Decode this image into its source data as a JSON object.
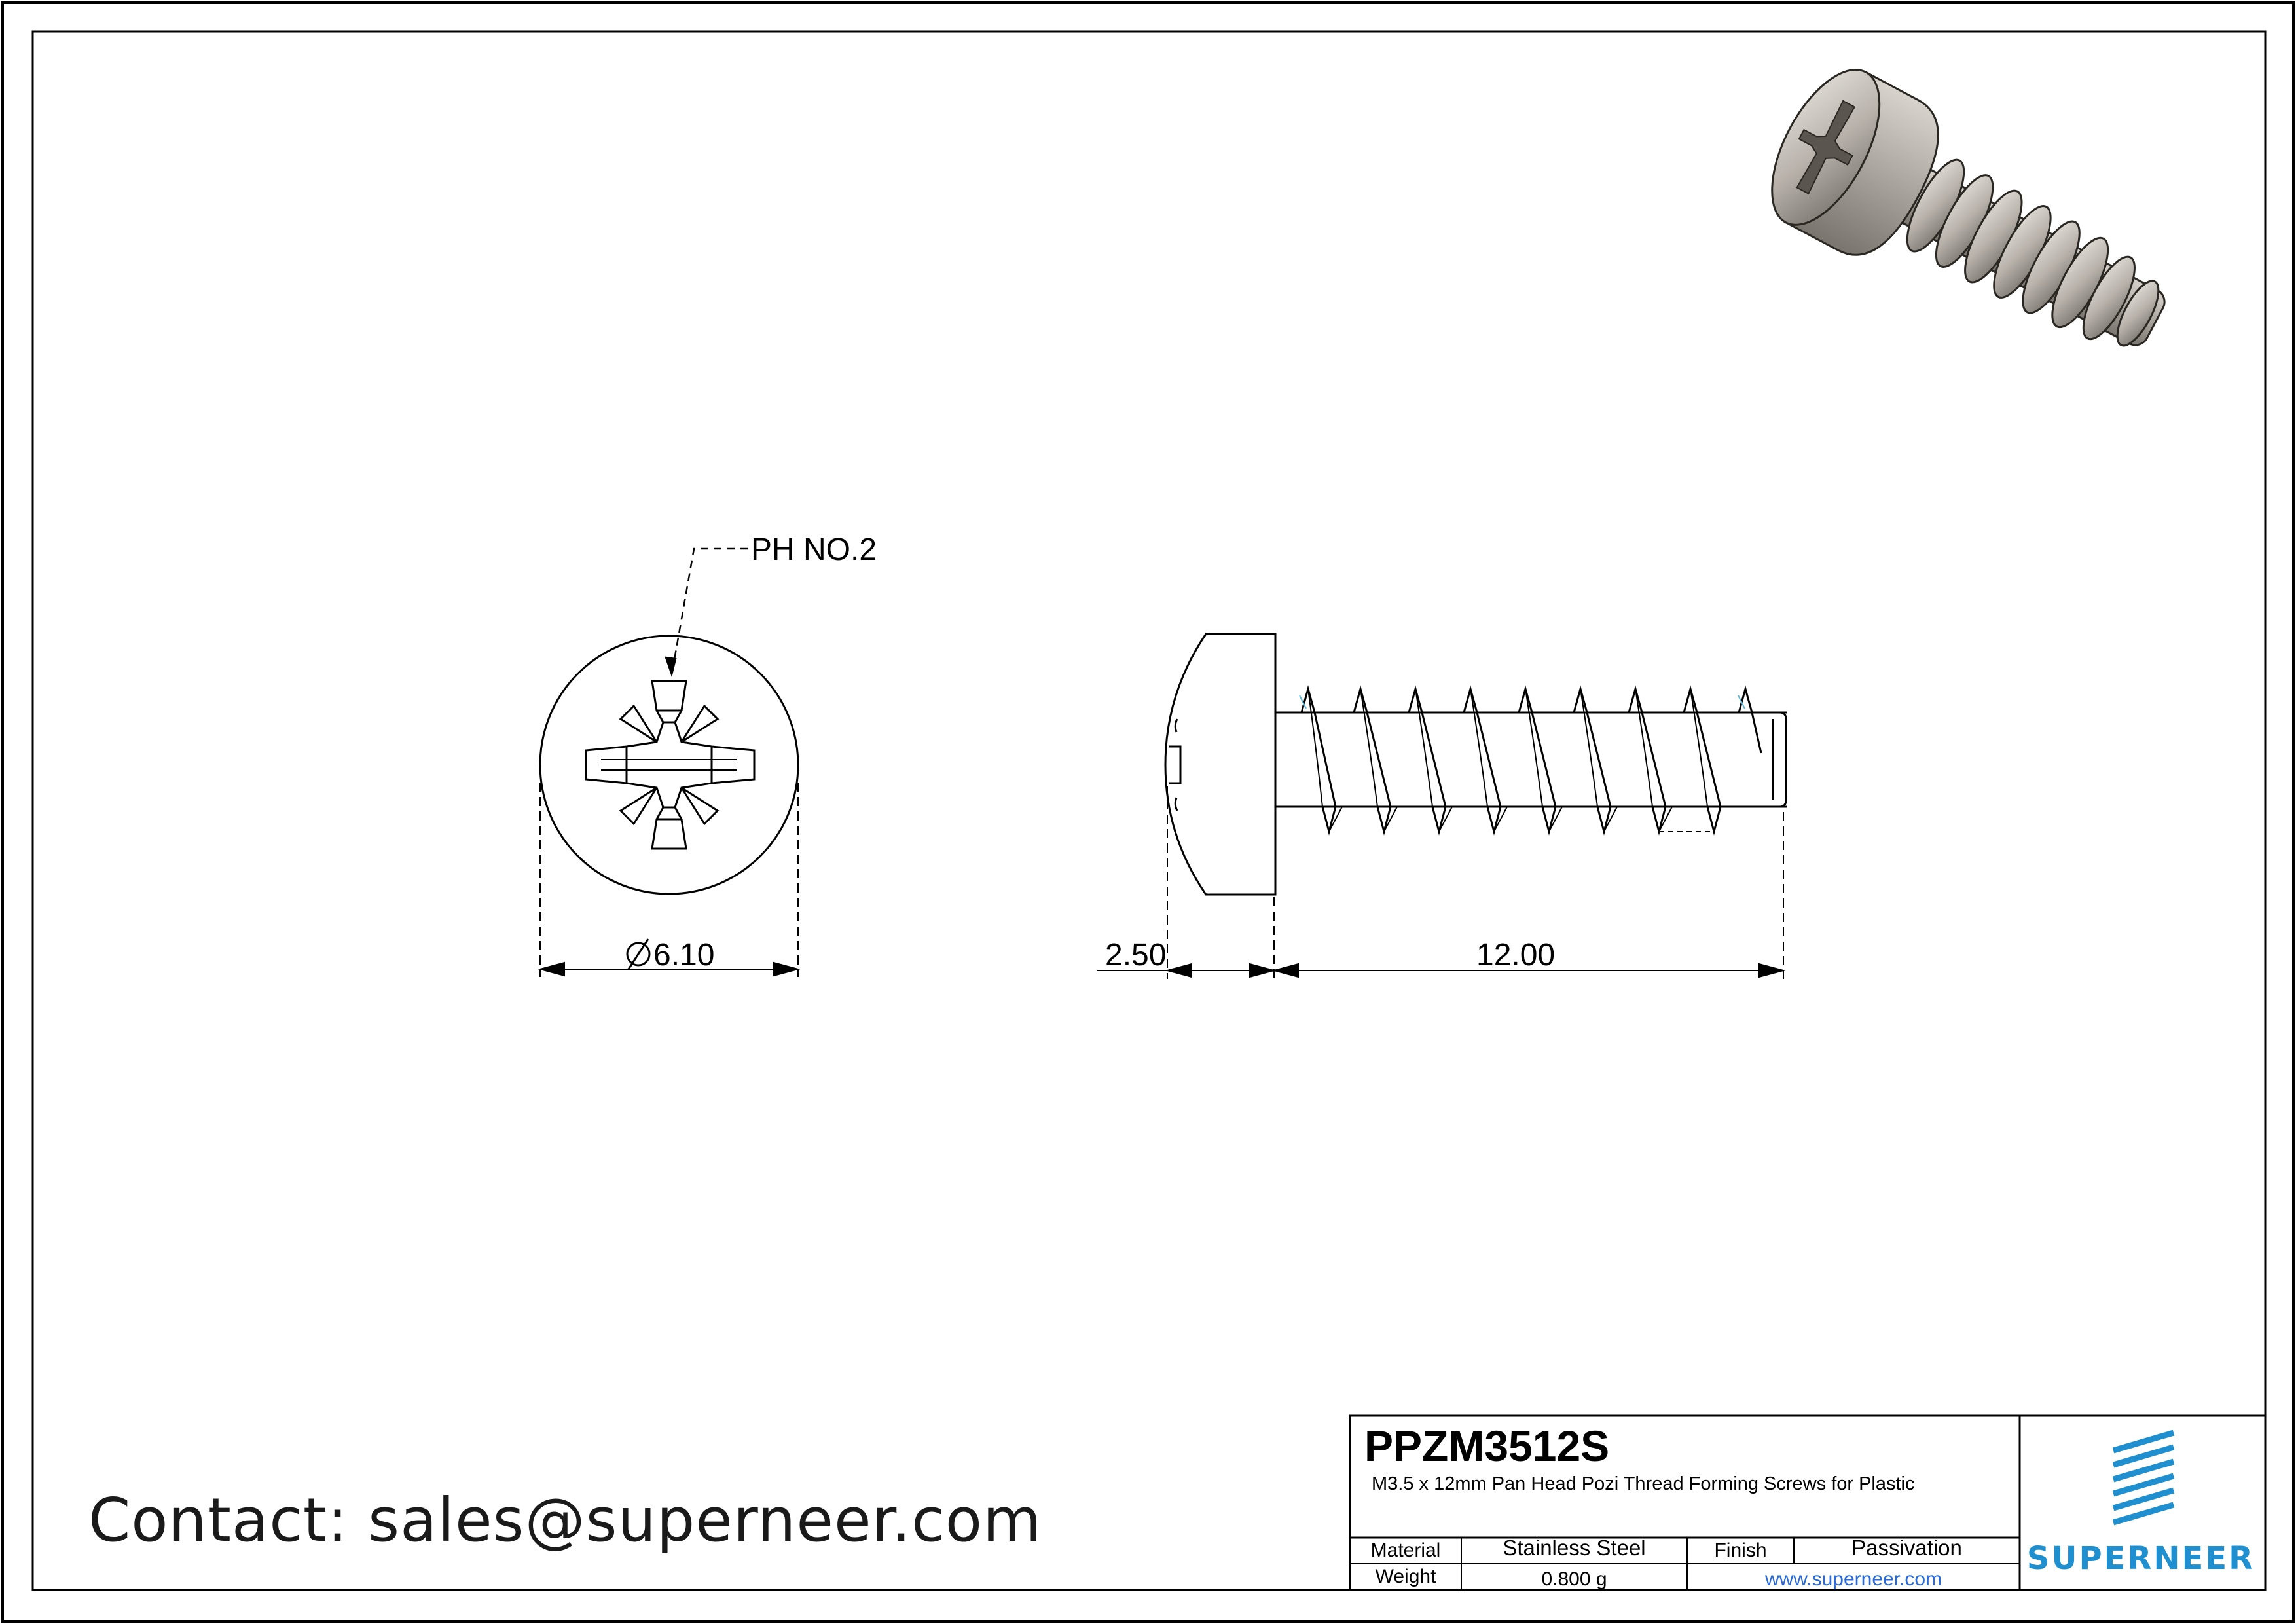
{
  "drawing": {
    "head_view_callout": "PH NO.2",
    "dim_diameter": "6.10",
    "dim_head_height": "2.50",
    "dim_length": "12.00"
  },
  "contact": "Contact: sales@superneer.com",
  "title_block": {
    "part_number": "PPZM3512S",
    "description": "M3.5 x 12mm Pan Head Pozi Thread Forming Screws for Plastic",
    "material_label": "Material",
    "material_value": "Stainless Steel",
    "finish_label": "Finish",
    "finish_value": "Passivation",
    "weight_label": "Weight",
    "weight_value": "0.800 g",
    "website": "www.superneer.com",
    "brand": "SUPERNEER"
  },
  "colors": {
    "line": "#000000",
    "brand_blue": "#1f8fd0",
    "url_blue": "#2a6ad8",
    "thread_accent": "#5fb8d8"
  },
  "icons": [
    "diameter-symbol-icon",
    "superneer-logo-icon"
  ]
}
